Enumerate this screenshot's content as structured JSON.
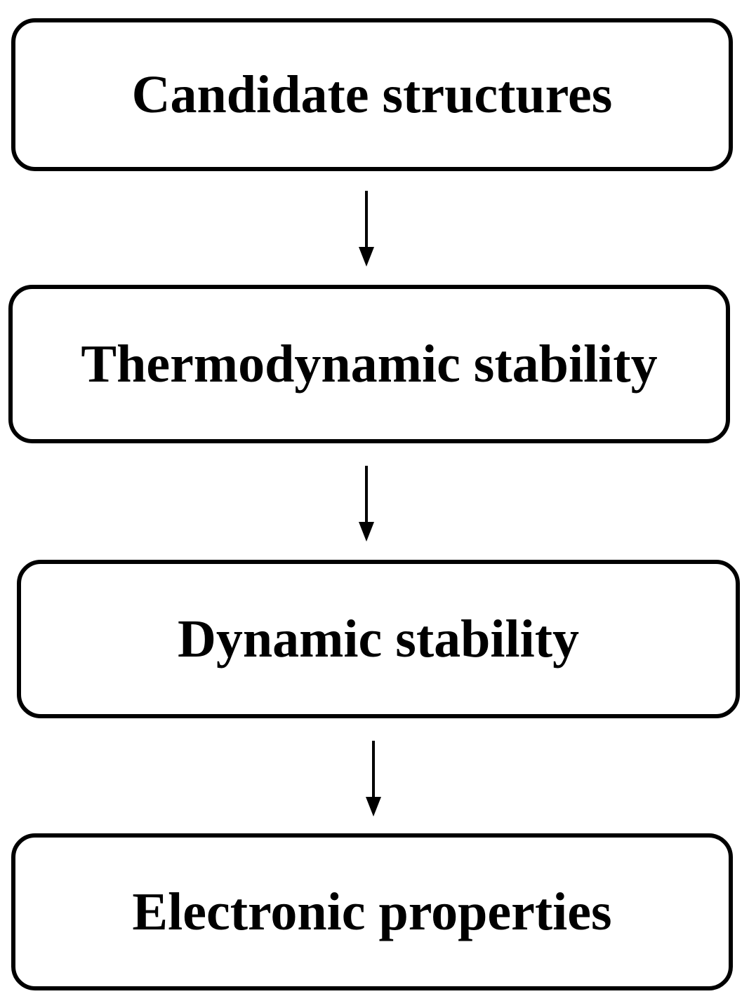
{
  "flowchart": {
    "steps": [
      {
        "label": "Candidate structures"
      },
      {
        "label": "Thermodynamic stability"
      },
      {
        "label": "Dynamic stability"
      },
      {
        "label": "Electronic properties"
      }
    ],
    "arrow_direction": "down",
    "colors": {
      "stroke": "#000000",
      "background": "#ffffff",
      "text": "#000000"
    }
  }
}
